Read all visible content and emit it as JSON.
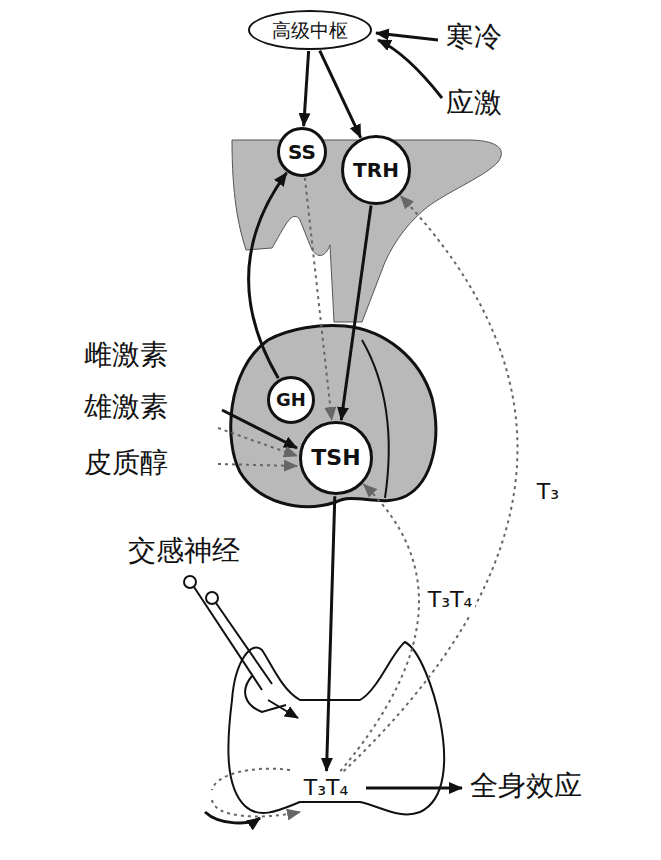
{
  "diagram": {
    "nodes": [
      {
        "text": [
          "高级中枢"
        ]
      },
      {
        "text": [
          "SS"
        ]
      },
      {
        "text": [
          "TRH"
        ]
      },
      {
        "text": [
          "GH"
        ]
      },
      {
        "text": [
          "TSH"
        ]
      },
      {
        "text": [
          "T₃T₄"
        ]
      }
    ],
    "edges": [
      {
        "from": 0,
        "to": 1,
        "arrow": "to"
      },
      {
        "from": 0,
        "to": 2,
        "arrow": "to"
      },
      {
        "from": 3,
        "to": 1,
        "arrow": "to"
      },
      {
        "from": 1,
        "to": 4,
        "arrow": "to"
      },
      {
        "from": 2,
        "to": 4,
        "arrow": "to"
      },
      {
        "from": 4,
        "to": 5,
        "arrow": "to"
      },
      {
        "from": 5,
        "to": 4,
        "label": "T₃T₄",
        "arrow": "to"
      },
      {
        "from": 5,
        "to": 2,
        "label": "T₃",
        "arrow": "to"
      }
    ],
    "labels": [
      "寒冷",
      "应激",
      "雌激素",
      "雄激素",
      "皮质醇",
      "交感神经",
      "全身效应"
    ]
  }
}
